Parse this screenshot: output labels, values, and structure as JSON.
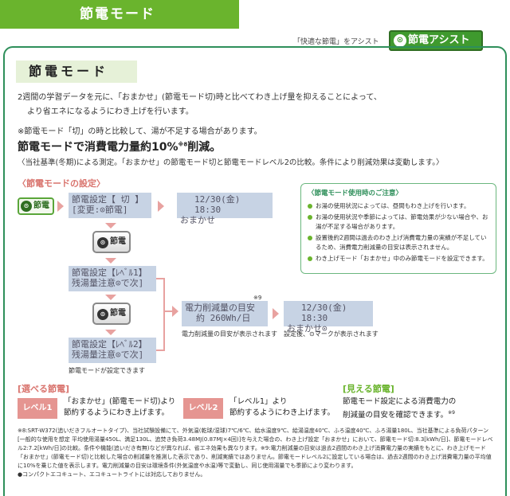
{
  "header": {
    "tab_title": "節電モード"
  },
  "assist": {
    "caption": "「快適な節電」をアシスト",
    "badge_label": "節電アシスト"
  },
  "section": {
    "title": "節電モード"
  },
  "description": {
    "line1": "2週間の学習データを元に、「おまかせ」(節電モード切)時と比べてわき上げ量を抑えることによって、",
    "line2": "より省エネになるようにわき上げを行います。",
    "note": "※節電モード「切」の時と比較して、湯が不足する場合があります。",
    "headline": "節電モードで消費電力量約10%",
    "headline_sup": "※8",
    "headline_tail": "削減。",
    "sub": "〈当社基準(冬期)による測定。「おまかせ」の節電モード切と節電モードレベル2の比較。条件により削減効果は変動します。〉"
  },
  "flow": {
    "title": "〈節電モードの設定〉",
    "button_label": "節電",
    "lcd1": {
      "line1": "節電設定【 切 】",
      "line2": "[変更:",
      "line2b": "節電]"
    },
    "lcd2": {
      "line1": "12/30(金) 18:30",
      "line2": "おまかせ"
    },
    "lcd3": {
      "line1": "節電設定【ﾚﾍﾞﾙ1】",
      "line2": "残湯量注意",
      "line2b": "で次]"
    },
    "lcd4": {
      "line1": "節電設定【ﾚﾍﾞﾙ2】",
      "line2": "残湯量注意",
      "line2b": "で次]"
    },
    "lcd5": {
      "line1": "電力削減量の目安",
      "line2": "約 260Wh/日",
      "sup": "※9"
    },
    "lcd6": {
      "line1": "12/30(金) 18:30",
      "line2": "おまかせ"
    },
    "caption_lcd5": "電力削減量の目安が表示されます",
    "caption_lcd6a": "設定後、",
    "caption_lcd6b": "マークが表示されます",
    "caption_set": "節電モードが設定できます"
  },
  "caution": {
    "title": "〈節電モード使用時のご注意〉",
    "items": [
      "お湯の使用状況によっては、昼間もわき上げを行います。",
      "お湯の使用状況や季節によっては、節電効果が少ない場合や、お湯が不足する場合があります。",
      "設置後約2週間は過去のわき上げ消費電力量の実績が不足しているため、消費電力削減量の目安は表示されません。",
      "わき上げモード「おまかせ」中のみ節電モードを設定できます。"
    ]
  },
  "levels": {
    "title": "[選べる節電]",
    "level1": {
      "tag": "レベル1",
      "line1": "「おまかせ」(節電モード切)より",
      "line2": "節約するようにわき上げます。"
    },
    "level2": {
      "tag": "レベル2",
      "line1": "「レベル1」より",
      "line2": "節約するようにわき上げます。"
    }
  },
  "visible": {
    "title": "[見える節電]",
    "line1": "節電モード設定による消費電力の",
    "line2": "削減量の目安を確認できます。",
    "sup": "※9"
  },
  "footnote": {
    "text1": "※8:SRT-W372(追いだきフルオートタイプ)、当社試験設備にて、外気温(乾球/湿球)7℃/6℃、給水温度9℃、給湯温度40℃、ふろ温度40℃、ふろ湯量180L、当社基準による負荷パターン[一般的な使用を想定 平均使用湯量450L、満足130L、追焚き負荷3.48MJ(0.87MJ×4回)]を与えた場合の、わき上げ設定「おまかせ」において、節電モード切:8.3[kWh/日]、節電モードレベル2:7.2[kWh/日]の比較。条件や機能(追いだき有無)などが異なれば、省エネ効果も異なります。※9:電力削減量の目安は過去2週間のわき上げ消費電力量の実績をもとに、わき上げモード「おまかせ」(節電モード切)と比較した場合の削減量を推測した表示であり、削減実績ではありません。節電モードレベル2に設定している場合は、過去2週間のわき上げ消費電力量の平均値に10%を乗じた値を表示します。電力削減量の目安は環境条件(外気温度や水温)等で変動し、同じ使用湯量でも季節により変わります。",
    "text2": "●コンパクトエコキュート、エコキュートライトには対応しておりません。"
  }
}
